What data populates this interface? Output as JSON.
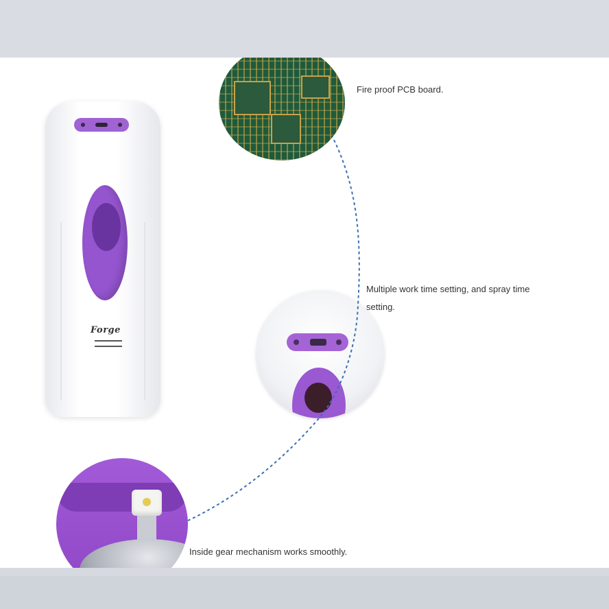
{
  "callouts": {
    "pcb": "Fire proof PCB board.",
    "timing_line1": "Multiple work time setting, and spray time",
    "timing_line2": "setting.",
    "gear": "Inside gear mechanism works smoothly."
  },
  "product": {
    "logo_text": "Forge"
  },
  "colors": {
    "accent_purple": "#9555cf",
    "connector_blue": "#3a6fb3",
    "label_text": "#333333"
  }
}
